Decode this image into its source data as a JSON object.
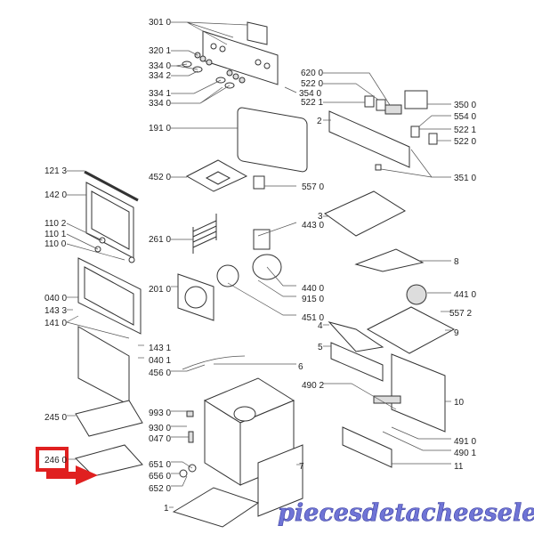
{
  "diagram": {
    "title": "Oven exploded parts diagram",
    "labels": [
      "301 0",
      "320 1",
      "334 0",
      "334 2",
      "334 1",
      "334 0",
      "191 0",
      "121 3",
      "142 0",
      "452 0",
      "110 2",
      "110 1",
      "110 0",
      "261 0",
      "620 0",
      "522 0",
      "354 0",
      "522 1",
      "350 0",
      "554 0",
      "522 1",
      "522 0",
      "2",
      "351 0",
      "557 0",
      "3",
      "443 0",
      "8",
      "040 0",
      "143 3",
      "141 0",
      "201 0",
      "440 0",
      "915 0",
      "451 0",
      "441 0",
      "557 2",
      "143 1",
      "040 1",
      "4",
      "5",
      "9",
      "456 0",
      "6",
      "490 2",
      "10",
      "245 0",
      "993 0",
      "930 0",
      "047 0",
      "491 0",
      "490 1",
      "11",
      "246 0",
      "651 0",
      "656 0",
      "652 0",
      "7",
      "1"
    ],
    "highlight": {
      "label": "246 0",
      "color": "#e02020"
    },
    "watermark": "piecesdetacheeselec.com"
  }
}
